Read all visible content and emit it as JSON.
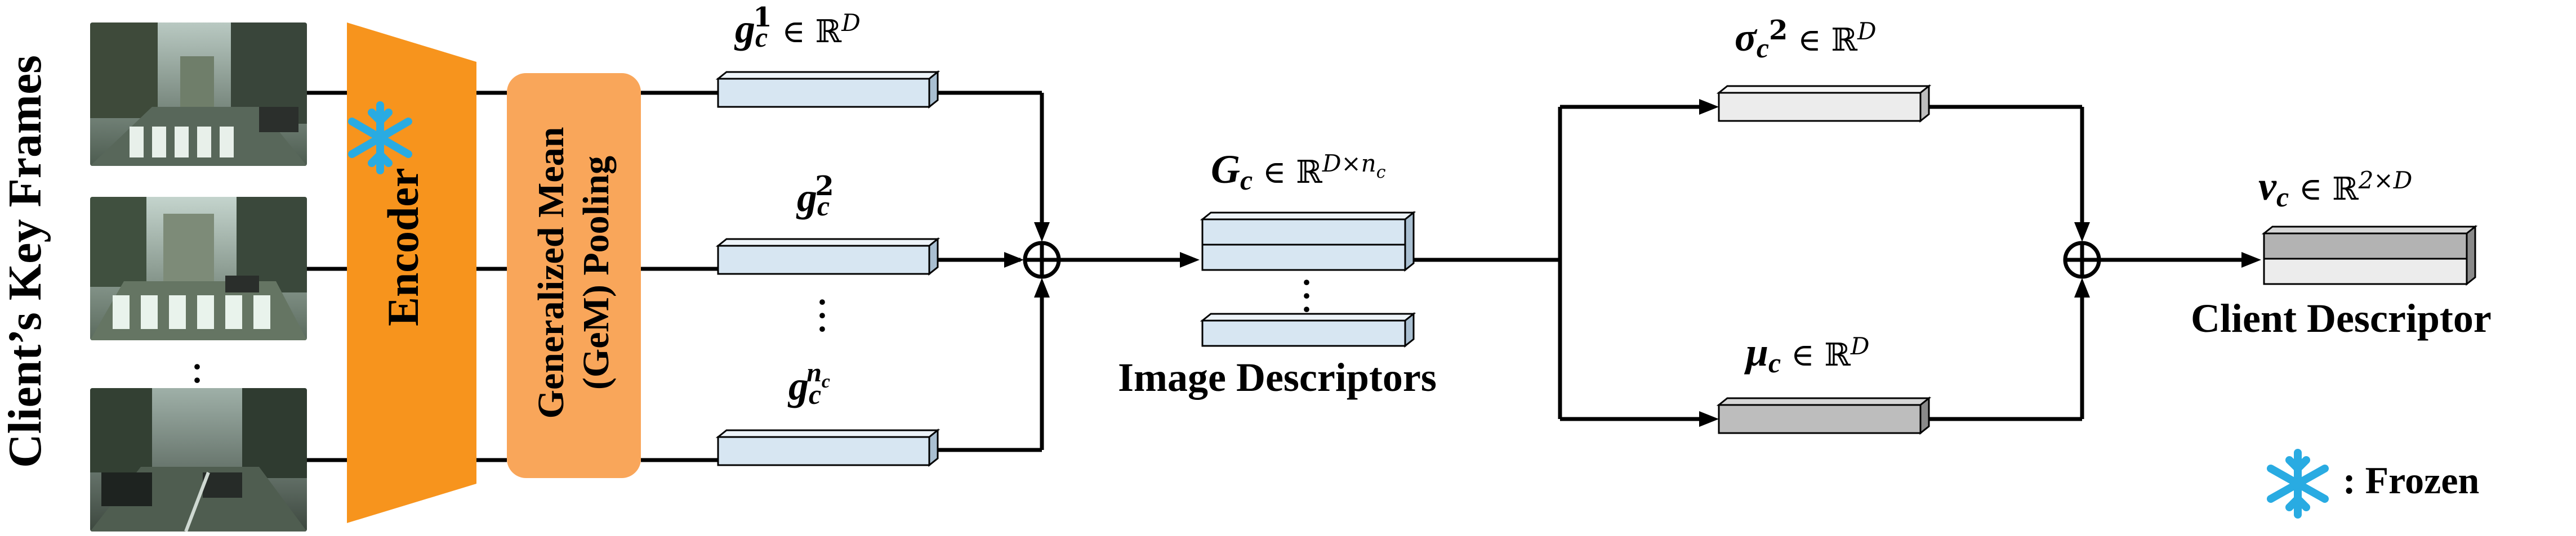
{
  "side_label": "Client’s Key Frames",
  "encoder": {
    "label": "Encoder",
    "frozen": true
  },
  "gem": {
    "line1": "Generalized Mean",
    "line2": "(GeM) Pooling"
  },
  "descriptors": {
    "g1": {
      "sym": "g",
      "sup": "1",
      "sub": "c",
      "set": "∈ ℝ",
      "set_sup": "D"
    },
    "g2": {
      "sym": "g",
      "sup": "2",
      "sub": "c"
    },
    "gn": {
      "sym": "g",
      "sup": "n",
      "sup_sub": "c",
      "sub": "c"
    }
  },
  "Gc": {
    "sym": "G",
    "sub": "c",
    "set": "∈ ℝ",
    "set_sup": "D×n",
    "set_sup_sub": "c"
  },
  "image_descriptors_label": "Image Descriptors",
  "sigma": {
    "sym": "σ",
    "sub": "c",
    "sup": "2",
    "set": "∈ ℝ",
    "set_sup": "D"
  },
  "mu": {
    "sym": "μ",
    "sub": "c",
    "set": "∈ ℝ",
    "set_sup": "D"
  },
  "vc": {
    "sym": "v",
    "sub": "c",
    "set": "∈ ℝ",
    "set_sup": "2×D"
  },
  "client_descriptor_label": "Client Descriptor",
  "legend": {
    "text": ": Frozen",
    "icon": "snowflake-icon"
  },
  "colors": {
    "encoder": "#f7941d",
    "gem": "#f9a65a",
    "box_light": "#d7e6f2",
    "box_gray": "#bdbdbd",
    "box_white": "#ececec",
    "snow": "#29abe2"
  }
}
